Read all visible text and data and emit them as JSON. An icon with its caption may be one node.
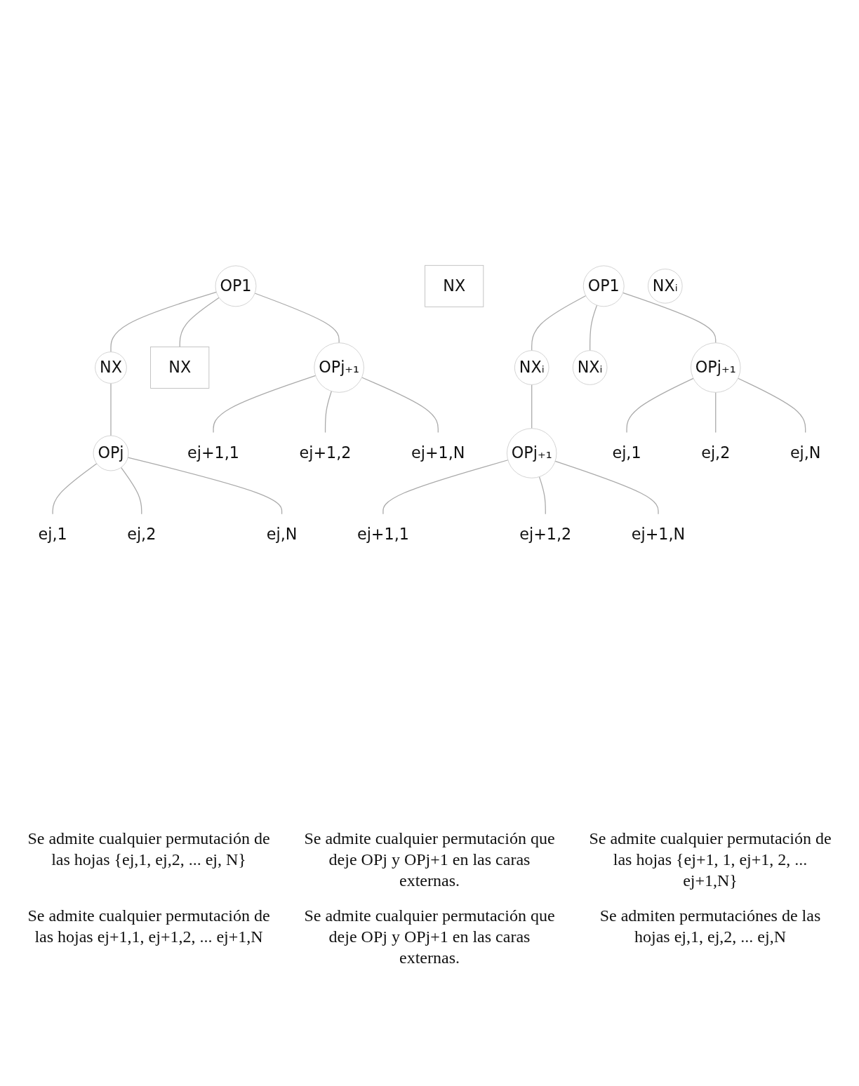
{
  "diagram": {
    "nodes": [
      {
        "text": [
          "OP1"
        ]
      },
      {
        "text": [
          "NX"
        ]
      },
      {
        "text": [
          "NX"
        ]
      },
      {
        "text": [
          "NX"
        ]
      },
      {
        "text": [
          "OPj"
        ]
      },
      {
        "text": [
          "OPj₊₁"
        ]
      },
      {
        "text": [
          "ej,1"
        ]
      },
      {
        "text": [
          "ej,2"
        ]
      },
      {
        "text": [
          "ej,N"
        ]
      },
      {
        "text": [
          "ej+1,1"
        ]
      },
      {
        "text": [
          "ej+1,2"
        ]
      },
      {
        "text": [
          "ej+1,N"
        ]
      },
      {
        "text": [
          "OP1"
        ]
      },
      {
        "text": [
          "NXᵢ"
        ]
      },
      {
        "text": [
          "NXᵢ"
        ]
      },
      {
        "text": [
          "NXᵢ"
        ]
      },
      {
        "text": [
          "OPj₊₁"
        ]
      },
      {
        "text": [
          "OPj₊₁"
        ]
      },
      {
        "text": [
          "ej+1,1"
        ]
      },
      {
        "text": [
          "ej+1,2"
        ]
      },
      {
        "text": [
          "ej+1,N"
        ]
      },
      {
        "text": [
          "ej,1"
        ]
      },
      {
        "text": [
          "ej,2"
        ]
      },
      {
        "text": [
          "ej,N"
        ]
      }
    ],
    "edges": [
      {
        "from": 0,
        "to": 1,
        "arrow": "none"
      },
      {
        "from": 0,
        "to": 2,
        "arrow": "none"
      },
      {
        "from": 0,
        "to": 5,
        "arrow": "none"
      },
      {
        "from": 1,
        "to": 4,
        "arrow": "none"
      },
      {
        "from": 4,
        "to": 6,
        "arrow": "none"
      },
      {
        "from": 4,
        "to": 7,
        "arrow": "none"
      },
      {
        "from": 4,
        "to": 8,
        "arrow": "none"
      },
      {
        "from": 5,
        "to": 9,
        "arrow": "none"
      },
      {
        "from": 5,
        "to": 10,
        "arrow": "none"
      },
      {
        "from": 5,
        "to": 11,
        "arrow": "none"
      },
      {
        "from": 12,
        "to": 13,
        "arrow": "none"
      },
      {
        "from": 12,
        "to": 14,
        "arrow": "none"
      },
      {
        "from": 12,
        "to": 17,
        "arrow": "none"
      },
      {
        "from": 13,
        "to": 16,
        "arrow": "none"
      },
      {
        "from": 16,
        "to": 18,
        "arrow": "none"
      },
      {
        "from": 16,
        "to": 19,
        "arrow": "none"
      },
      {
        "from": 16,
        "to": 20,
        "arrow": "none"
      },
      {
        "from": 17,
        "to": 21,
        "arrow": "none"
      },
      {
        "from": 17,
        "to": 22,
        "arrow": "none"
      },
      {
        "from": 17,
        "to": 23,
        "arrow": "none"
      }
    ],
    "labels": [
      "Se admite cualquier permutación de las hojas {ej,1, ej,2, ... ej, N}",
      "Se admite cualquier permutación que deje OPj y OPj+1 en las caras externas.",
      "Se admite cualquier permutación de las hojas {ej+1, 1, ej+1, 2, ... ej+1,N}",
      "Se admite cualquier permutación de las hojas ej+1,1, ej+1,2, ... ej+1,N",
      "Se admite cualquier permutación que deje OPj y OPj+1 en las caras externas.",
      "Se admiten permutaciónes de las hojas ej,1, ej,2, ... ej,N"
    ]
  }
}
